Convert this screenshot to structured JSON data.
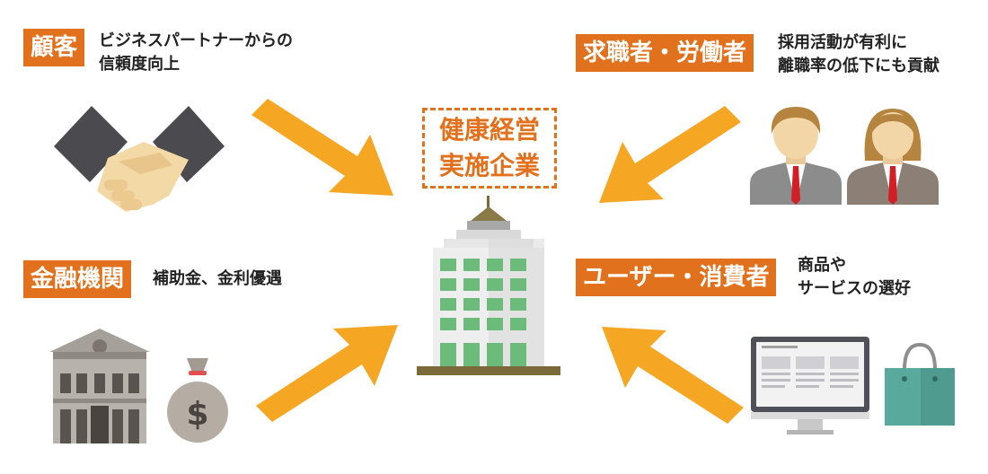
{
  "center": {
    "line1": "健康経営",
    "line2": "実施企業"
  },
  "stakeholders": {
    "customer": {
      "tag": "顧客",
      "desc": [
        "ビジネスパートナーからの",
        "信頼度向上"
      ]
    },
    "job_seekers": {
      "tag": "求職者・労働者",
      "desc": [
        "採用活動が有利に",
        "離職率の低下にも貢献"
      ]
    },
    "finance": {
      "tag": "金融機関",
      "desc": [
        "補助金、金利優遇"
      ]
    },
    "consumers": {
      "tag": "ユーザー・消費者",
      "desc": [
        "商品や",
        "サービスの選好"
      ]
    }
  },
  "icons": [
    "handshake-icon",
    "people-icon",
    "bank-building-icon",
    "money-bag-icon",
    "computer-monitor-icon",
    "shopping-bag-icon",
    "office-building-icon"
  ],
  "colors": {
    "accent": "#e2711d",
    "arrow": "#f5a623",
    "building_green": "#6dbb7a",
    "bag_teal": "#5aa99d"
  }
}
